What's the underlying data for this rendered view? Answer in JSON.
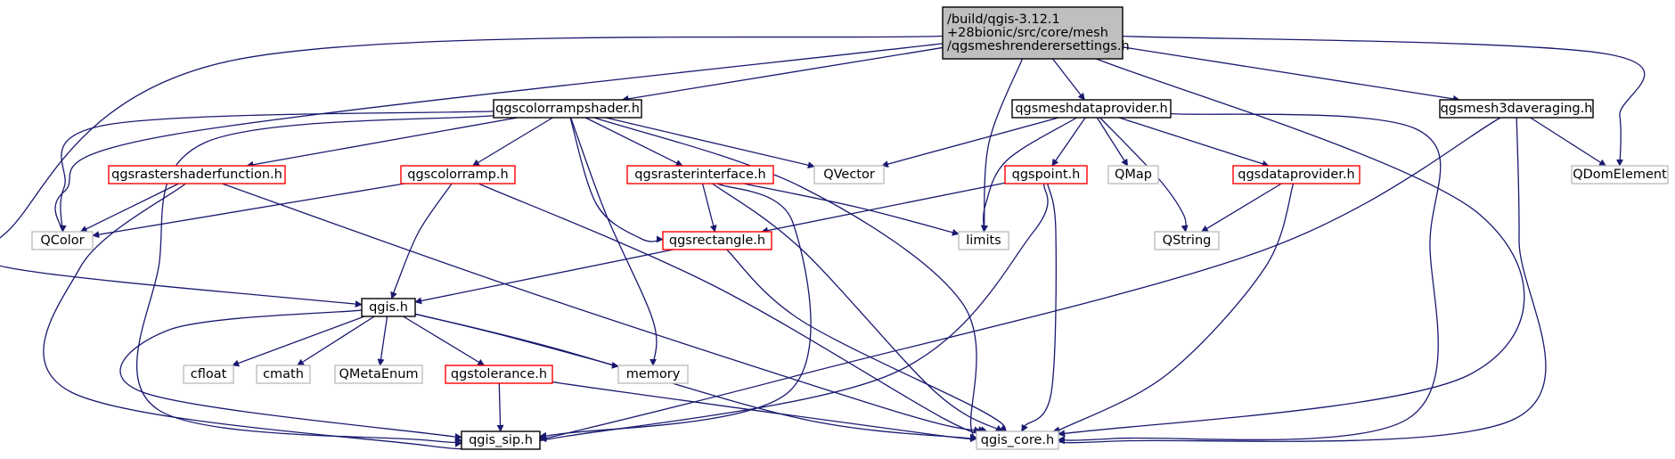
{
  "colors": {
    "edge": "#191970",
    "root_fill": "#bfbfbf",
    "root_border": "#000000",
    "normal_border": "#000000",
    "red_border": "#ff0000",
    "gray_border": "#bfbfbf",
    "box_fill": "#ffffff",
    "text": "#000000"
  },
  "nodes": [
    {
      "id": "root",
      "lines": [
        "/build/qgis-3.12.1",
        "+28bionic/src/core/mesh",
        "/qgsmeshrenderersettings.h"
      ],
      "style": "root"
    },
    {
      "id": "colorrampshader",
      "lines": [
        "qgscolorrampshader.h"
      ],
      "style": "normal"
    },
    {
      "id": "meshdataprovider",
      "lines": [
        "qgsmeshdataprovider.h"
      ],
      "style": "normal"
    },
    {
      "id": "mesh3daveraging",
      "lines": [
        "qgsmesh3daveraging.h"
      ],
      "style": "normal"
    },
    {
      "id": "qdomelement",
      "lines": [
        "QDomElement"
      ],
      "style": "gray"
    },
    {
      "id": "rastershaderfunction",
      "lines": [
        "qgsrastershaderfunction.h"
      ],
      "style": "red"
    },
    {
      "id": "colorramp",
      "lines": [
        "qgscolorramp.h"
      ],
      "style": "red"
    },
    {
      "id": "rasterinterface",
      "lines": [
        "qgsrasterinterface.h"
      ],
      "style": "red"
    },
    {
      "id": "qvector",
      "lines": [
        "QVector"
      ],
      "style": "gray"
    },
    {
      "id": "point",
      "lines": [
        "qgspoint.h"
      ],
      "style": "red"
    },
    {
      "id": "qmap",
      "lines": [
        "QMap"
      ],
      "style": "gray"
    },
    {
      "id": "dataprovider",
      "lines": [
        "qgsdataprovider.h"
      ],
      "style": "red"
    },
    {
      "id": "qcolor",
      "lines": [
        "QColor"
      ],
      "style": "gray"
    },
    {
      "id": "rectangle",
      "lines": [
        "qgsrectangle.h"
      ],
      "style": "red"
    },
    {
      "id": "limits",
      "lines": [
        "limits"
      ],
      "style": "gray"
    },
    {
      "id": "qstring",
      "lines": [
        "QString"
      ],
      "style": "gray"
    },
    {
      "id": "qgis",
      "lines": [
        "qgis.h"
      ],
      "style": "normal"
    },
    {
      "id": "cfloat",
      "lines": [
        "cfloat"
      ],
      "style": "gray"
    },
    {
      "id": "cmath",
      "lines": [
        "cmath"
      ],
      "style": "gray"
    },
    {
      "id": "qmetaenum",
      "lines": [
        "QMetaEnum"
      ],
      "style": "gray"
    },
    {
      "id": "tolerance",
      "lines": [
        "qgstolerance.h"
      ],
      "style": "red"
    },
    {
      "id": "memory",
      "lines": [
        "memory"
      ],
      "style": "gray"
    },
    {
      "id": "qgis_sip",
      "lines": [
        "qgis_sip.h"
      ],
      "style": "normal"
    },
    {
      "id": "qgis_core",
      "lines": [
        "qgis_core.h"
      ],
      "style": "gray"
    }
  ],
  "edges": [
    [
      "root",
      "colorrampshader"
    ],
    [
      "root",
      "meshdataprovider"
    ],
    [
      "root",
      "mesh3daveraging"
    ],
    [
      "root",
      "qdomelement"
    ],
    [
      "root",
      "qcolor"
    ],
    [
      "root",
      "qgis"
    ],
    [
      "root",
      "limits"
    ],
    [
      "root",
      "qgis_core"
    ],
    [
      "colorrampshader",
      "qcolor"
    ],
    [
      "colorrampshader",
      "rastershaderfunction"
    ],
    [
      "colorrampshader",
      "colorramp"
    ],
    [
      "colorrampshader",
      "rasterinterface"
    ],
    [
      "colorrampshader",
      "qvector"
    ],
    [
      "colorrampshader",
      "rectangle"
    ],
    [
      "colorrampshader",
      "memory"
    ],
    [
      "colorrampshader",
      "qgis_sip"
    ],
    [
      "colorrampshader",
      "qgis_core"
    ],
    [
      "meshdataprovider",
      "qvector"
    ],
    [
      "meshdataprovider",
      "point"
    ],
    [
      "meshdataprovider",
      "qmap"
    ],
    [
      "meshdataprovider",
      "dataprovider"
    ],
    [
      "meshdataprovider",
      "limits"
    ],
    [
      "meshdataprovider",
      "qstring"
    ],
    [
      "meshdataprovider",
      "qgis_core"
    ],
    [
      "mesh3daveraging",
      "qdomelement"
    ],
    [
      "mesh3daveraging",
      "qgis_sip"
    ],
    [
      "mesh3daveraging",
      "qgis_core"
    ],
    [
      "rastershaderfunction",
      "qcolor"
    ],
    [
      "rastershaderfunction",
      "qgis_sip"
    ],
    [
      "rastershaderfunction",
      "qgis_core"
    ],
    [
      "colorramp",
      "qcolor"
    ],
    [
      "colorramp",
      "qgis"
    ],
    [
      "colorramp",
      "qgis_core"
    ],
    [
      "rasterinterface",
      "rectangle"
    ],
    [
      "rasterinterface",
      "limits"
    ],
    [
      "rasterinterface",
      "qgis_sip"
    ],
    [
      "rasterinterface",
      "qgis_core"
    ],
    [
      "point",
      "rectangle"
    ],
    [
      "point",
      "qgis_sip"
    ],
    [
      "point",
      "qgis_core"
    ],
    [
      "dataprovider",
      "qstring"
    ],
    [
      "dataprovider",
      "qgis_core"
    ],
    [
      "rectangle",
      "qgis"
    ],
    [
      "rectangle",
      "qgis_core"
    ],
    [
      "qgis",
      "cfloat"
    ],
    [
      "qgis",
      "cmath"
    ],
    [
      "qgis",
      "qmetaenum"
    ],
    [
      "qgis",
      "tolerance"
    ],
    [
      "qgis",
      "memory"
    ],
    [
      "qgis",
      "qgis_sip"
    ],
    [
      "qgis",
      "qgis_core"
    ],
    [
      "tolerance",
      "qgis_sip"
    ],
    [
      "tolerance",
      "qgis_core"
    ]
  ]
}
